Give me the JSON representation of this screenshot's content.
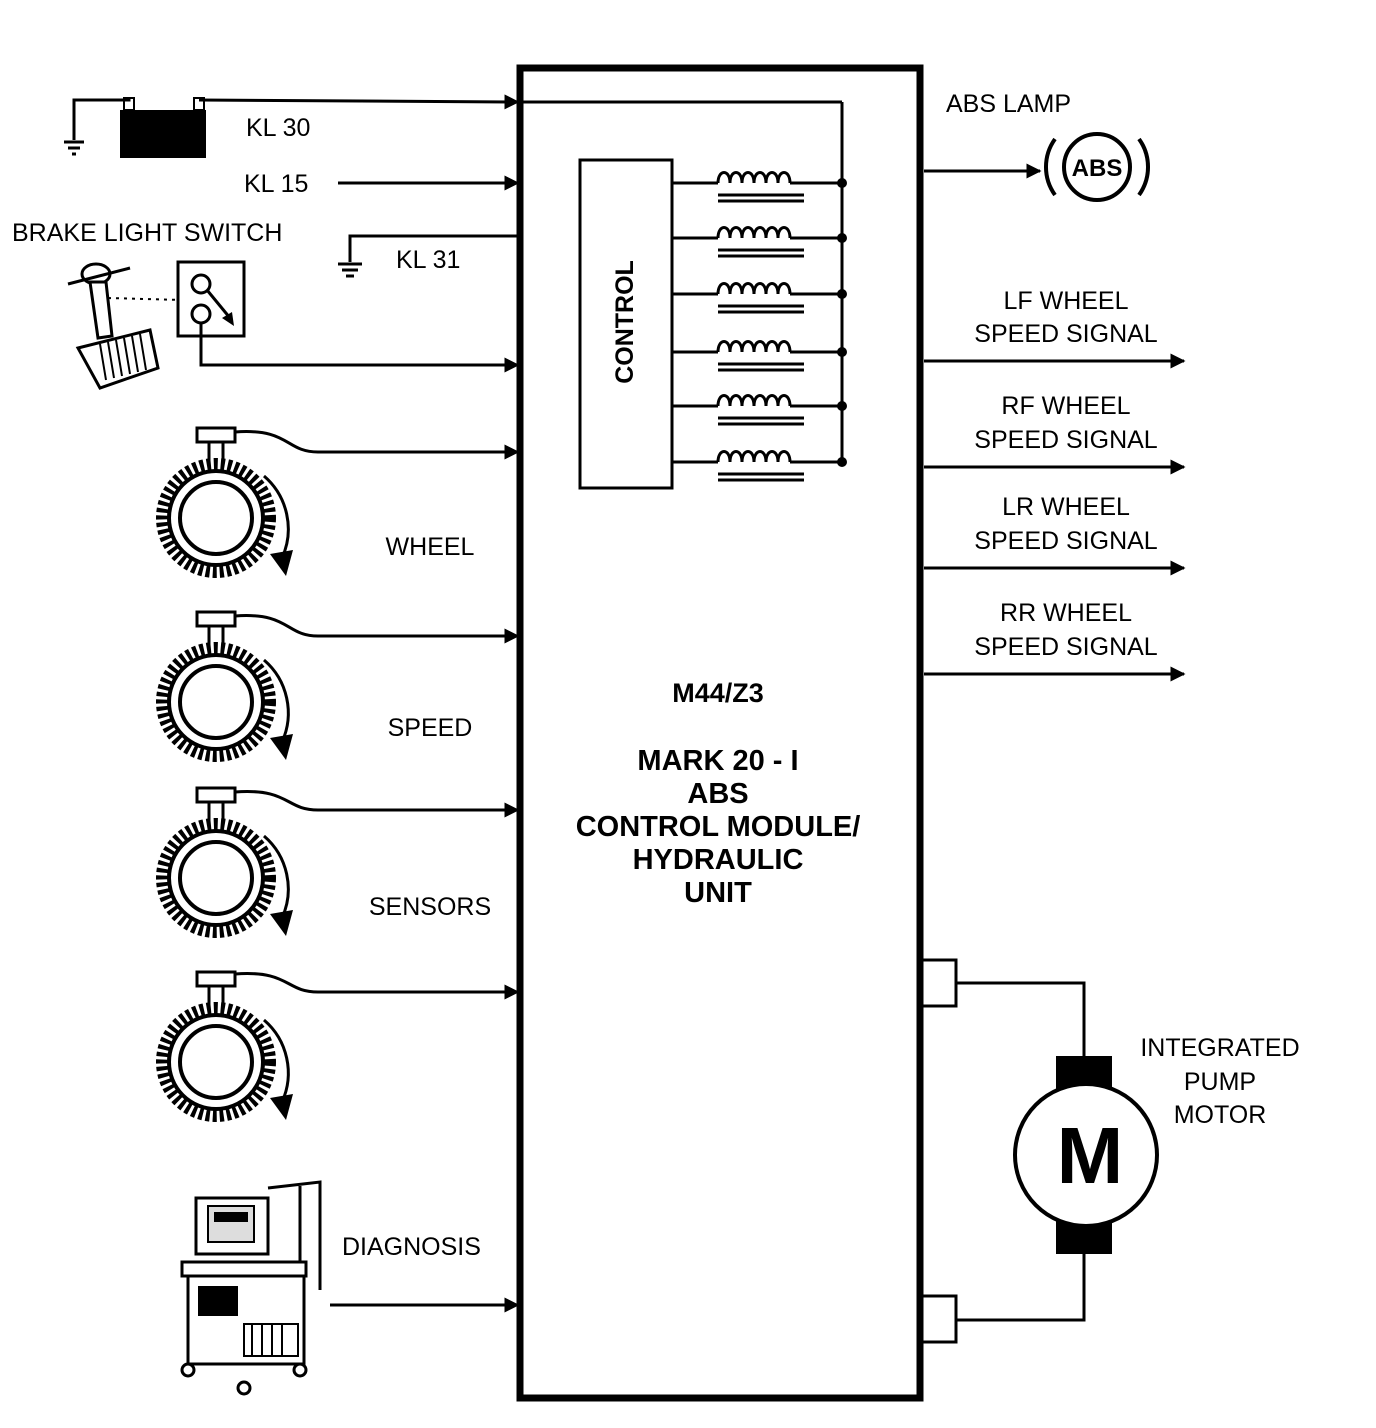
{
  "inputs": {
    "kl30": "KL 30",
    "kl15": "KL 15",
    "kl31": "KL 31",
    "brake_light_switch": "BRAKE LIGHT SWITCH",
    "wheel_speed_sensors": [
      "WHEEL",
      "SPEED",
      "SENSORS"
    ],
    "diagnosis": "DIAGNOSIS"
  },
  "module": {
    "control_block": "CONTROL",
    "id": "M44/Z3",
    "name_lines": [
      "MARK 20 - I",
      "ABS",
      "CONTROL MODULE/",
      "HYDRAULIC",
      "UNIT"
    ]
  },
  "outputs": {
    "abs_lamp": "ABS LAMP",
    "abs_lamp_symbol": "ABS",
    "signals": [
      {
        "line1": "LF WHEEL",
        "line2": "SPEED SIGNAL"
      },
      {
        "line1": "RF WHEEL",
        "line2": "SPEED SIGNAL"
      },
      {
        "line1": "LR WHEEL",
        "line2": "SPEED SIGNAL"
      },
      {
        "line1": "RR WHEEL",
        "line2": "SPEED SIGNAL"
      }
    ]
  },
  "pump": {
    "label_lines": [
      "INTEGRATED",
      "PUMP",
      "MOTOR"
    ],
    "symbol": "M"
  }
}
